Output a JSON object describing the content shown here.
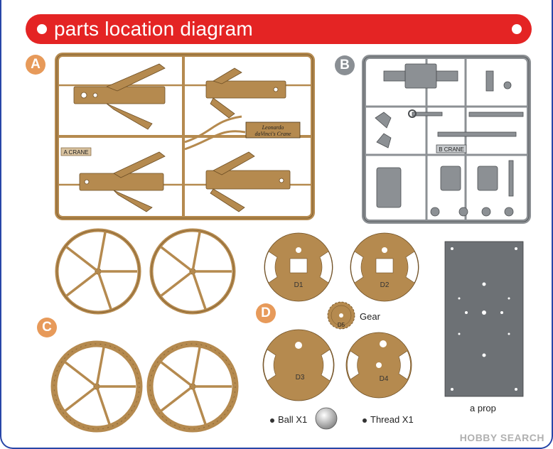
{
  "title": "parts location diagram",
  "sections": {
    "a": "A",
    "b": "B",
    "c": "C",
    "d": "D"
  },
  "sprue_a": {
    "plate_line1": "Leonardo",
    "plate_line2": "daVinci's Crane",
    "tag": "A CRANE"
  },
  "sprue_b": {
    "tag": "B CRANE"
  },
  "parts_d": [
    "D1",
    "D2",
    "D3",
    "D4"
  ],
  "gear": {
    "label": "Gear",
    "id": "D5"
  },
  "prop": {
    "label": "a prop"
  },
  "ball": {
    "label": "Ball X1"
  },
  "thread": {
    "label": "Thread X1"
  },
  "watermark": "HOBBY SEARCH",
  "colors": {
    "wood": "#b58a4f",
    "sprue_grey": "#8c9094",
    "red": "#e42424",
    "badge": "#e79a5a",
    "frame": "#2846a8"
  }
}
